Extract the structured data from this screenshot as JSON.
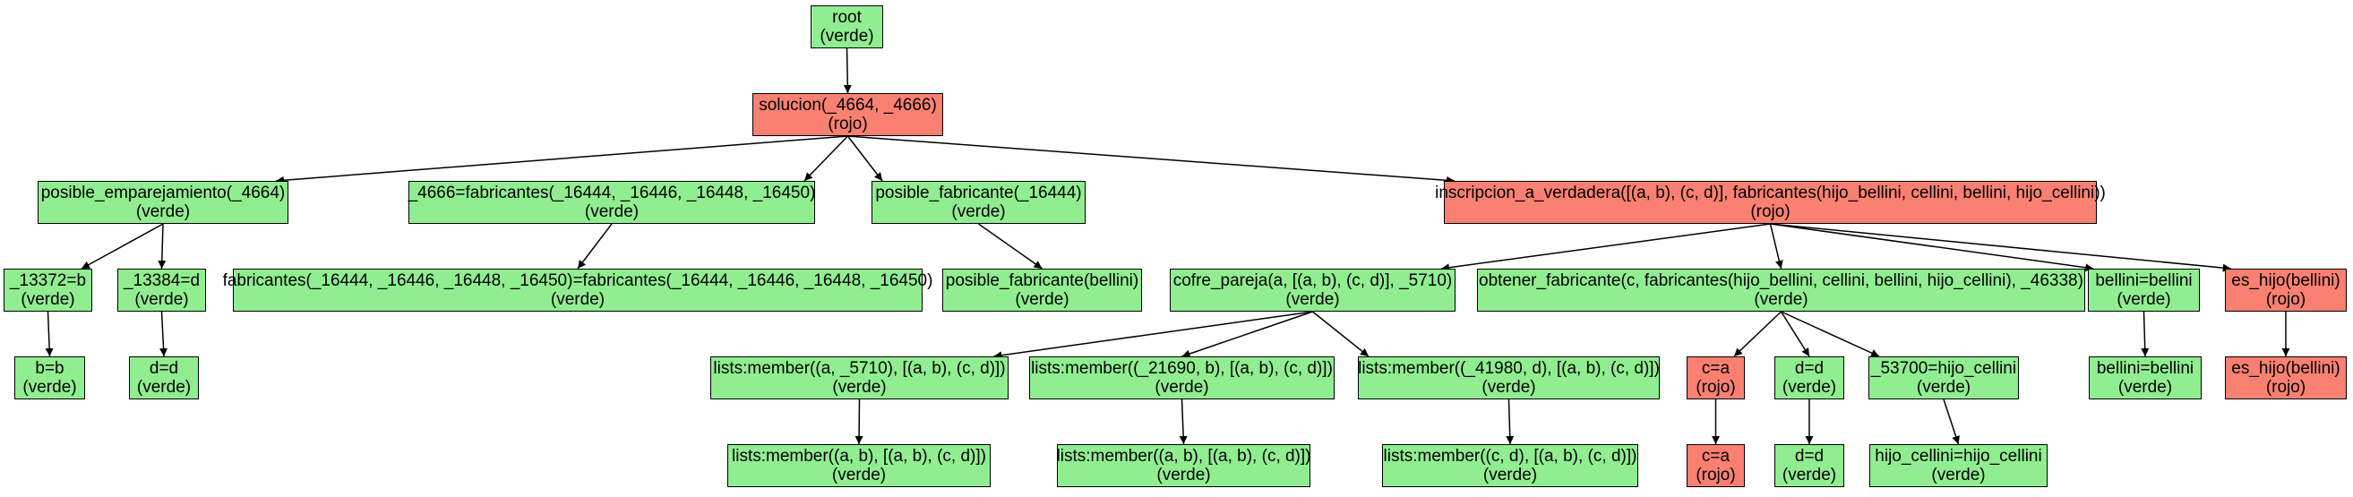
{
  "colors": {
    "verde": "#90ee90",
    "rojo": "#fa8072",
    "edge": "#000000"
  },
  "nodes": [
    {
      "id": "n0",
      "label": "root",
      "status": "(verde)",
      "color": "verde"
    },
    {
      "id": "n1",
      "label": "solucion(_4664, _4666)",
      "status": "(rojo)",
      "color": "rojo"
    },
    {
      "id": "n2",
      "label": "posible_emparejamiento(_4664)",
      "status": "(verde)",
      "color": "verde"
    },
    {
      "id": "n3",
      "label": "_4666=fabricantes(_16444, _16446, _16448, _16450)",
      "status": "(verde)",
      "color": "verde"
    },
    {
      "id": "n4",
      "label": "posible_fabricante(_16444)",
      "status": "(verde)",
      "color": "verde"
    },
    {
      "id": "n5",
      "label": "inscripcion_a_verdadera([(a, b), (c, d)], fabricantes(hijo_bellini, cellini, bellini, hijo_cellini))",
      "status": "(rojo)",
      "color": "rojo"
    },
    {
      "id": "n6",
      "label": "_13372=b",
      "status": "(verde)",
      "color": "verde"
    },
    {
      "id": "n7",
      "label": "_13384=d",
      "status": "(verde)",
      "color": "verde"
    },
    {
      "id": "n8",
      "label": "fabricantes(_16444, _16446, _16448, _16450)=fabricantes(_16444, _16446, _16448, _16450)",
      "status": "(verde)",
      "color": "verde"
    },
    {
      "id": "n9",
      "label": "posible_fabricante(bellini)",
      "status": "(verde)",
      "color": "verde"
    },
    {
      "id": "n10",
      "label": "cofre_pareja(a, [(a, b), (c, d)], _5710)",
      "status": "(verde)",
      "color": "verde"
    },
    {
      "id": "n11",
      "label": "obtener_fabricante(c, fabricantes(hijo_bellini, cellini, bellini, hijo_cellini), _46338)",
      "status": "(verde)",
      "color": "verde"
    },
    {
      "id": "n12",
      "label": "bellini=bellini",
      "status": "(verde)",
      "color": "verde"
    },
    {
      "id": "n13",
      "label": "es_hijo(bellini)",
      "status": "(rojo)",
      "color": "rojo"
    },
    {
      "id": "n14",
      "label": "b=b",
      "status": "(verde)",
      "color": "verde"
    },
    {
      "id": "n15",
      "label": "d=d",
      "status": "(verde)",
      "color": "verde"
    },
    {
      "id": "n16",
      "label": "lists:member((a, _5710), [(a, b), (c, d)])",
      "status": "(verde)",
      "color": "verde"
    },
    {
      "id": "n17",
      "label": "lists:member((_21690, b), [(a, b), (c, d)])",
      "status": "(verde)",
      "color": "verde"
    },
    {
      "id": "n18",
      "label": "lists:member((_41980, d), [(a, b), (c, d)])",
      "status": "(verde)",
      "color": "verde"
    },
    {
      "id": "n19",
      "label": "c=a",
      "status": "(rojo)",
      "color": "rojo"
    },
    {
      "id": "n20",
      "label": "d=d",
      "status": "(verde)",
      "color": "verde"
    },
    {
      "id": "n21",
      "label": "_53700=hijo_cellini",
      "status": "(verde)",
      "color": "verde"
    },
    {
      "id": "n22",
      "label": "bellini=bellini",
      "status": "(verde)",
      "color": "verde"
    },
    {
      "id": "n23",
      "label": "es_hijo(bellini)",
      "status": "(rojo)",
      "color": "rojo"
    },
    {
      "id": "n24",
      "label": "lists:member((a, b), [(a, b), (c, d)])",
      "status": "(verde)",
      "color": "verde"
    },
    {
      "id": "n25",
      "label": "lists:member((a, b), [(a, b), (c, d)])",
      "status": "(verde)",
      "color": "verde"
    },
    {
      "id": "n26",
      "label": "lists:member((c, d), [(a, b), (c, d)])",
      "status": "(verde)",
      "color": "verde"
    },
    {
      "id": "n27",
      "label": "c=a",
      "status": "(rojo)",
      "color": "rojo"
    },
    {
      "id": "n28",
      "label": "d=d",
      "status": "(verde)",
      "color": "verde"
    },
    {
      "id": "n29",
      "label": "hijo_cellini=hijo_cellini",
      "status": "(verde)",
      "color": "verde"
    }
  ],
  "edges": [
    [
      "n0",
      "n1"
    ],
    [
      "n1",
      "n2"
    ],
    [
      "n1",
      "n3"
    ],
    [
      "n1",
      "n4"
    ],
    [
      "n1",
      "n5"
    ],
    [
      "n2",
      "n6"
    ],
    [
      "n2",
      "n7"
    ],
    [
      "n3",
      "n8"
    ],
    [
      "n4",
      "n9"
    ],
    [
      "n5",
      "n10"
    ],
    [
      "n5",
      "n11"
    ],
    [
      "n5",
      "n12"
    ],
    [
      "n5",
      "n13"
    ],
    [
      "n6",
      "n14"
    ],
    [
      "n7",
      "n15"
    ],
    [
      "n10",
      "n16"
    ],
    [
      "n10",
      "n17"
    ],
    [
      "n10",
      "n18"
    ],
    [
      "n11",
      "n19"
    ],
    [
      "n11",
      "n20"
    ],
    [
      "n11",
      "n21"
    ],
    [
      "n12",
      "n22"
    ],
    [
      "n13",
      "n23"
    ],
    [
      "n16",
      "n24"
    ],
    [
      "n17",
      "n25"
    ],
    [
      "n18",
      "n26"
    ],
    [
      "n19",
      "n27"
    ],
    [
      "n20",
      "n28"
    ],
    [
      "n21",
      "n29"
    ]
  ]
}
